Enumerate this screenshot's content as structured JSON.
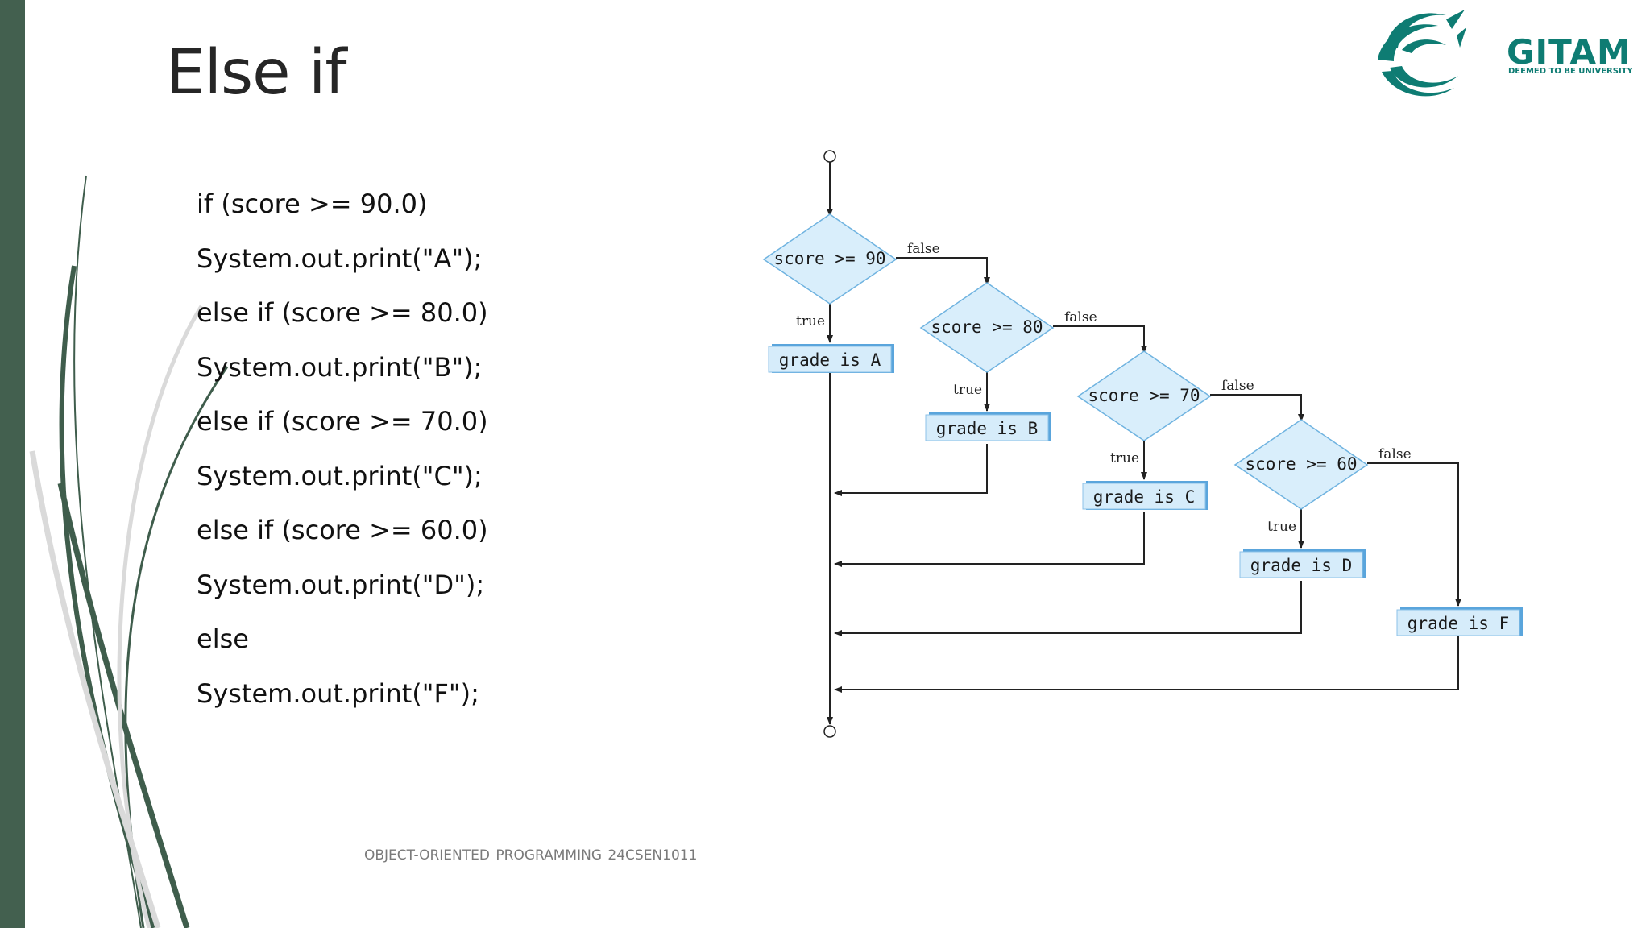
{
  "slide": {
    "title": "Else if",
    "footer": "OBJECT-ORIENTED PROGRAMMING  24CSEN1011"
  },
  "logo": {
    "name": "GITAM",
    "tagline": "DEEMED TO BE UNIVERSITY",
    "color": "#0e7c73"
  },
  "code_lines": [
    "if (score >= 90.0)",
    "System.out.print(\"A\");",
    "else if (score >= 80.0)",
    "System.out.print(\"B\");",
    "else if (score >= 70.0)",
    "System.out.print(\"C\");",
    "else if (score >= 60.0)",
    "System.out.print(\"D\");",
    "else",
    "System.out.print(\"F\");"
  ],
  "flowchart": {
    "conditions": [
      "score >= 90",
      "score >= 80",
      "score >= 70",
      "score >= 60"
    ],
    "outcomes": [
      "grade is A",
      "grade is B",
      "grade is C",
      "grade is D",
      "grade is F"
    ],
    "true_label": "true",
    "false_label": "false",
    "colors": {
      "node_fill": "#d9eefb",
      "node_border": "#6fb3e0",
      "box_shadow": "#5aa5dc"
    }
  },
  "theme": {
    "accent_bar": "#43604f"
  }
}
